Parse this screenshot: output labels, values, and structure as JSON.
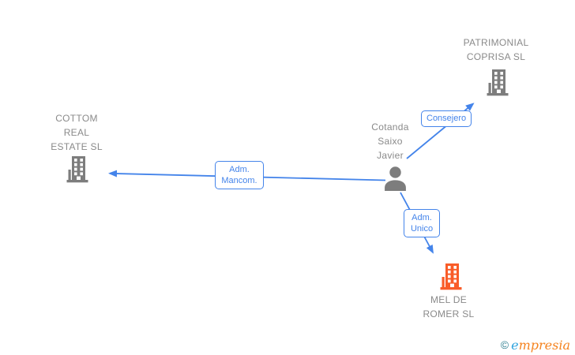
{
  "diagram": {
    "nodes": {
      "patrimonial": {
        "type": "company",
        "lines": [
          "PATRIMONIAL",
          "COPRISA SL"
        ]
      },
      "cottom": {
        "type": "company",
        "lines": [
          "COTTOM",
          "REAL",
          "ESTATE SL"
        ]
      },
      "cotanda": {
        "type": "person",
        "lines": [
          "Cotanda",
          "Saixo",
          "Javier"
        ]
      },
      "mel": {
        "type": "company",
        "lines": [
          "MEL DE",
          "ROMER SL"
        ],
        "highlighted": true
      }
    },
    "edge_labels": {
      "consejero": {
        "lines": [
          "Consejero"
        ]
      },
      "adm_mancom": {
        "lines": [
          "Adm.",
          "Mancom."
        ]
      },
      "adm_unico": {
        "lines": [
          "Adm.",
          "Unico"
        ]
      }
    },
    "edges": [
      {
        "from": "Cotanda Saixo Javier",
        "to": "PATRIMONIAL COPRISA SL",
        "label": "Consejero"
      },
      {
        "from": "Cotanda Saixo Javier",
        "to": "COTTOM REAL ESTATE SL",
        "label": "Adm. Mancom."
      },
      {
        "from": "Cotanda Saixo Javier",
        "to": "MEL DE ROMER SL",
        "label": "Adm. Unico"
      }
    ]
  },
  "colors": {
    "edge_blue": "#4484EA",
    "icon_gray": "#7D7D7D",
    "icon_orange": "#F95C28",
    "node_text_gray": "#8A8A8A",
    "logo_copyright_teal": "#2E7F90",
    "logo_e_blue": "#2FA3DD",
    "logo_rest_orange": "#F5831F"
  },
  "watermark": {
    "copyright": "©",
    "brand_initial": "e",
    "brand_rest": "mpresia"
  }
}
